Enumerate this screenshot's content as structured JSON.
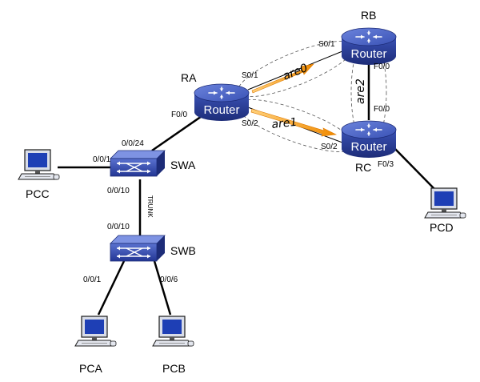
{
  "devices": {
    "ra": {
      "name": "RA",
      "badge": "Router"
    },
    "rb": {
      "name": "RB",
      "badge": "Router"
    },
    "rc": {
      "name": "RC",
      "badge": "Router"
    },
    "swa": {
      "name": "SWA"
    },
    "swb": {
      "name": "SWB"
    },
    "pca": {
      "name": "PCA"
    },
    "pcb": {
      "name": "PCB"
    },
    "pcc": {
      "name": "PCC"
    },
    "pcd": {
      "name": "PCD"
    }
  },
  "ports": {
    "ra_s01": "S0/1",
    "ra_s02": "S0/2",
    "ra_f00": "F0/0",
    "rb_s01": "S0/1",
    "rb_f00": "F0/0",
    "rc_f00": "F0/0",
    "rc_s02": "S0/2",
    "rc_f03": "F0/3",
    "swa_0024": "0/0/24",
    "swa_001": "0/0/1",
    "swa_0010": "0/0/10",
    "swb_0010": "0/0/10",
    "swb_001": "0/0/1",
    "swb_006": "0/0/6"
  },
  "links": {
    "trunk_label": "TRUNK"
  },
  "areas": {
    "a0": "are0",
    "a1": "are1",
    "a2": "are2"
  },
  "colors": {
    "router_body": "#2a3f9a",
    "router_top": "#4a63c8",
    "switch_body": "#2f46a8",
    "area_arrow": "#f5a01a",
    "link": "#000000",
    "area_ellipse": "#555555"
  }
}
